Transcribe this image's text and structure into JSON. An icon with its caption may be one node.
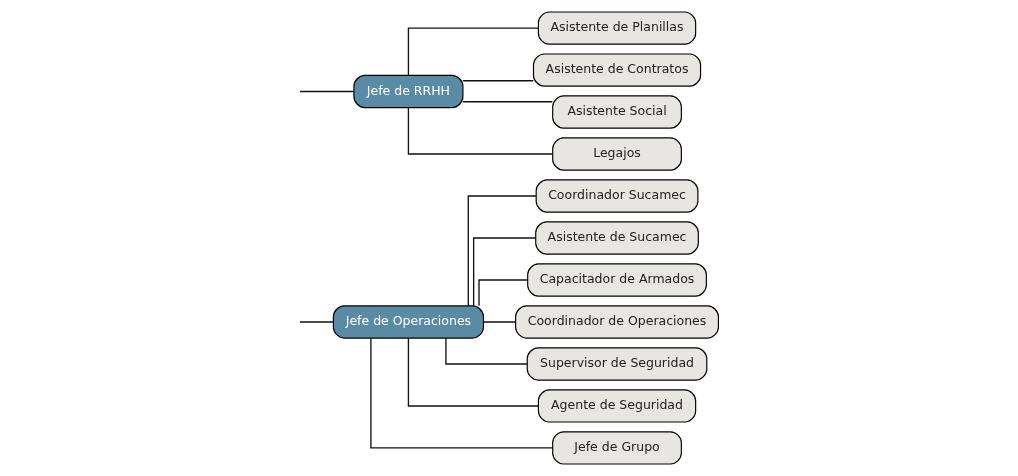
{
  "diagram": {
    "nodes": [
      {
        "text": [
          "Jefe de Operaciones"
        ]
      },
      {
        "text": [
          "Coordinador Sucamec"
        ]
      },
      {
        "text": [
          "Asistente de Sucamec"
        ]
      },
      {
        "text": [
          "Capacitador de Armados"
        ]
      },
      {
        "text": [
          "Coordinador de Operaciones"
        ]
      },
      {
        "text": [
          "Supervisor de Seguridad"
        ]
      },
      {
        "text": [
          "Agente de Seguridad"
        ]
      },
      {
        "text": [
          "Jefe de Grupo"
        ]
      },
      {
        "text": [
          "Jefe de RRHH"
        ]
      },
      {
        "text": [
          "Asistente de Planillas"
        ]
      },
      {
        "text": [
          "Asistente de Contratos"
        ]
      },
      {
        "text": [
          "Asistente Social"
        ]
      },
      {
        "text": [
          "Legajos"
        ]
      }
    ],
    "edges": [
      {
        "from": null,
        "to": 0,
        "arrow": "none"
      },
      {
        "from": 0,
        "to": 1,
        "arrow": "none"
      },
      {
        "from": 0,
        "to": 2,
        "arrow": "none"
      },
      {
        "from": 0,
        "to": 3,
        "arrow": "none"
      },
      {
        "from": 0,
        "to": 4,
        "arrow": "none"
      },
      {
        "from": 0,
        "to": 5,
        "arrow": "none"
      },
      {
        "from": 0,
        "to": 6,
        "arrow": "none"
      },
      {
        "from": 0,
        "to": 7,
        "arrow": "none"
      },
      {
        "from": null,
        "to": 8,
        "arrow": "none"
      },
      {
        "from": 8,
        "to": 9,
        "arrow": "none"
      },
      {
        "from": 8,
        "to": 10,
        "arrow": "none"
      },
      {
        "from": 8,
        "to": 11,
        "arrow": "none"
      },
      {
        "from": 8,
        "to": 12,
        "arrow": "none"
      }
    ]
  }
}
